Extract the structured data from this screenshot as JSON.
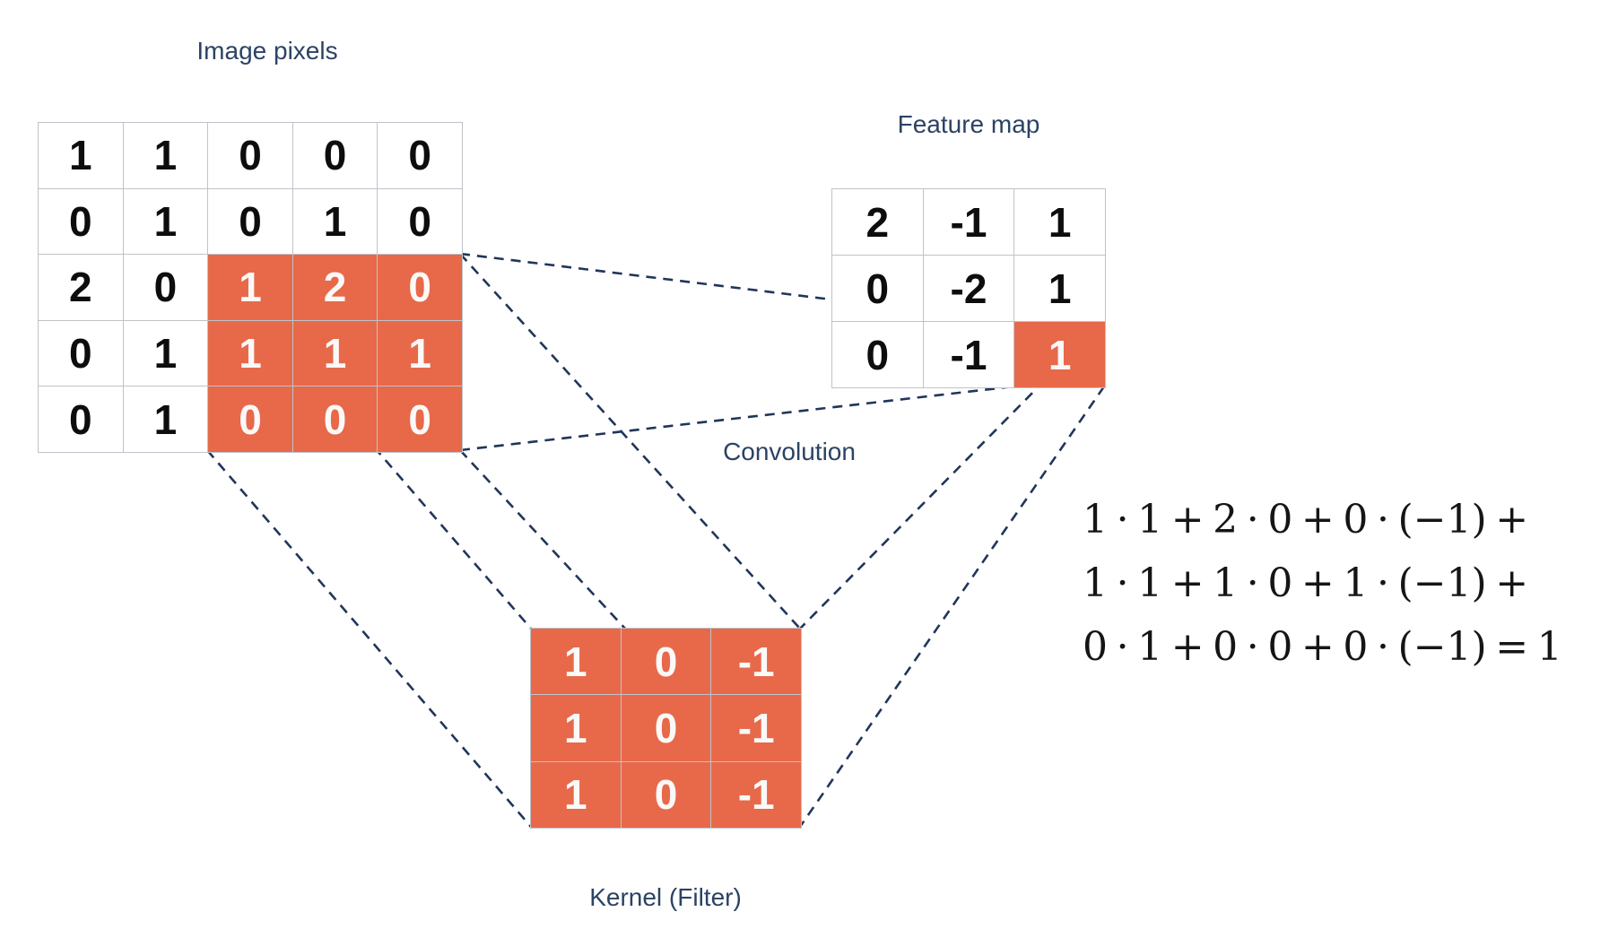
{
  "titles": {
    "image_pixels": "Image pixels",
    "feature_map": "Feature map",
    "convolution": "Convolution",
    "kernel": "Kernel (Filter)"
  },
  "image_grid": {
    "values": [
      [
        "1",
        "1",
        "0",
        "0",
        "0"
      ],
      [
        "0",
        "1",
        "0",
        "1",
        "0"
      ],
      [
        "2",
        "0",
        "1",
        "2",
        "0"
      ],
      [
        "0",
        "1",
        "1",
        "1",
        "1"
      ],
      [
        "0",
        "1",
        "0",
        "0",
        "0"
      ]
    ],
    "highlight": {
      "rows": [
        2,
        4
      ],
      "cols": [
        2,
        4
      ]
    }
  },
  "feature_map_grid": {
    "values": [
      [
        "2",
        "-1",
        "1"
      ],
      [
        "0",
        "-2",
        "1"
      ],
      [
        "0",
        "-1",
        "1"
      ]
    ],
    "highlight": {
      "rows": [
        2,
        2
      ],
      "cols": [
        2,
        2
      ]
    }
  },
  "kernel_grid": {
    "values": [
      [
        "1",
        "0",
        "-1"
      ],
      [
        "1",
        "0",
        "-1"
      ],
      [
        "1",
        "0",
        "-1"
      ]
    ],
    "highlight": "all"
  },
  "equation": {
    "lines": [
      "1 · 1 + 2 · 0 + 0 · (−1) +",
      "1 · 1 + 1 · 0 + 1 · (−1) +",
      "0 · 1 + 0 · 0 + 0 · (−1) = 1"
    ]
  },
  "colors": {
    "highlight_orange": "#e7694a",
    "title_navy": "#2b4364",
    "dash_navy": "#20365a",
    "grid_border": "#bfc3c9",
    "number_black": "#0d0d0d",
    "number_white": "#fbf9f8",
    "background": "#ffffff"
  }
}
